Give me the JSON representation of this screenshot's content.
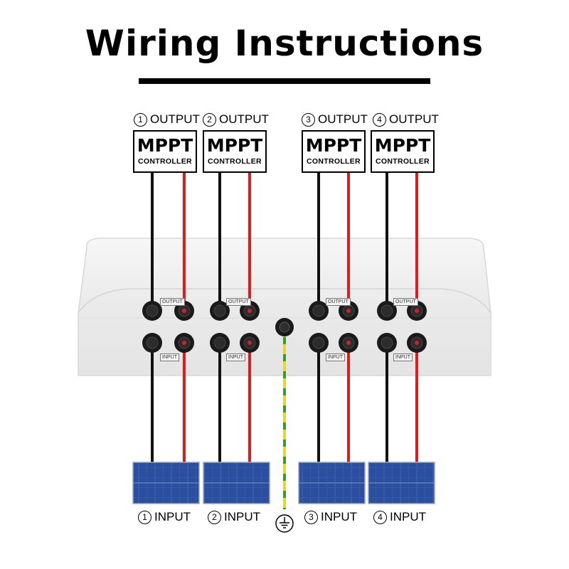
{
  "title": "Wiring Instructions",
  "controller_main": "MPPT",
  "controller_sub": "CONTROLLER",
  "output_word": "OUTPUT",
  "input_word": "INPUT",
  "output_tag": "OUTPUT",
  "input_tag": "INPUT",
  "channels": [
    {
      "num": "1",
      "output_label": "OUTPUT",
      "input_label": "INPUT"
    },
    {
      "num": "2",
      "output_label": "OUTPUT",
      "input_label": "INPUT"
    },
    {
      "num": "3",
      "output_label": "OUTPUT",
      "input_label": "INPUT"
    },
    {
      "num": "4",
      "output_label": "OUTPUT",
      "input_label": "INPUT"
    }
  ],
  "colors": {
    "negative_wire": "#111111",
    "positive_wire": "#e01b1b",
    "ground_green": "#3a9a3a",
    "ground_yellow": "#e8d531",
    "panel_blue": "#2f56a8",
    "box_body": "#eeeeee"
  },
  "icons": [
    "connector-icon",
    "ground-symbol-icon",
    "solar-panel-icon"
  ]
}
